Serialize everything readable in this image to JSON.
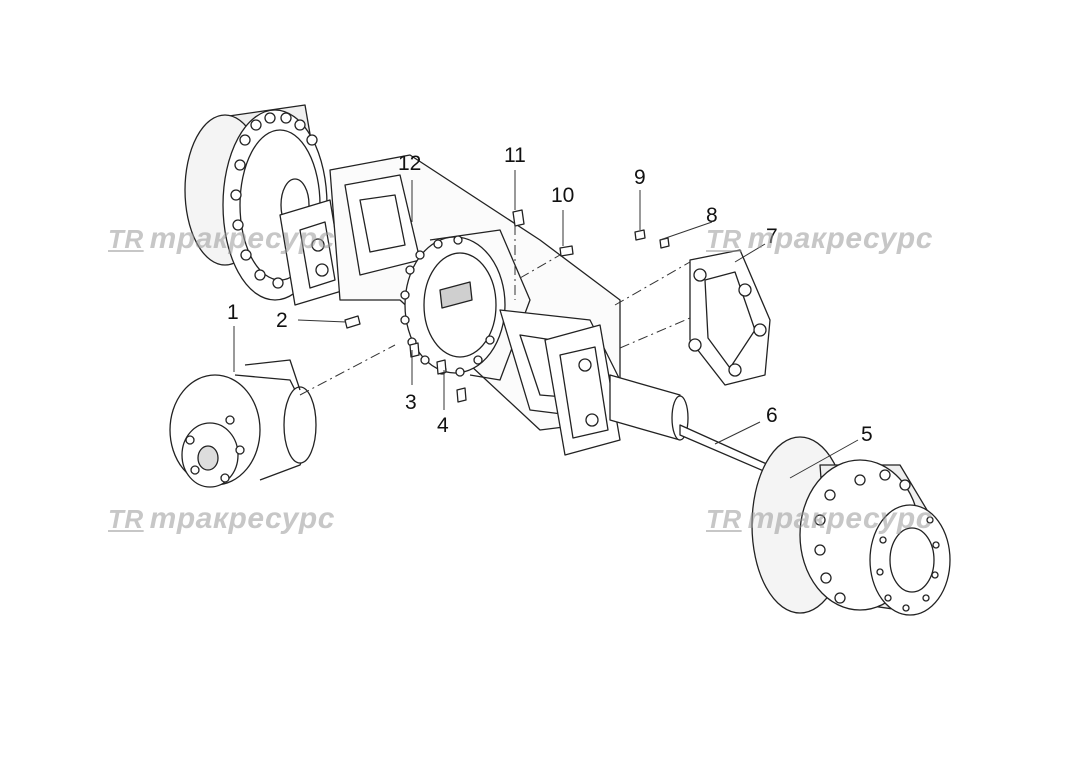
{
  "callouts": {
    "c1": "1",
    "c2": "2",
    "c3": "3",
    "c4": "4",
    "c5": "5",
    "c6": "6",
    "c7": "7",
    "c8": "8",
    "c9": "9",
    "c10": "10",
    "c11": "11",
    "c12": "12"
  },
  "watermark": {
    "logo": "TR",
    "text": "тракресурс"
  },
  "colors": {
    "line": "#222222",
    "fill": "#ffffff",
    "shade": "#e6e6e6",
    "watermark": "#9a9a9a"
  }
}
